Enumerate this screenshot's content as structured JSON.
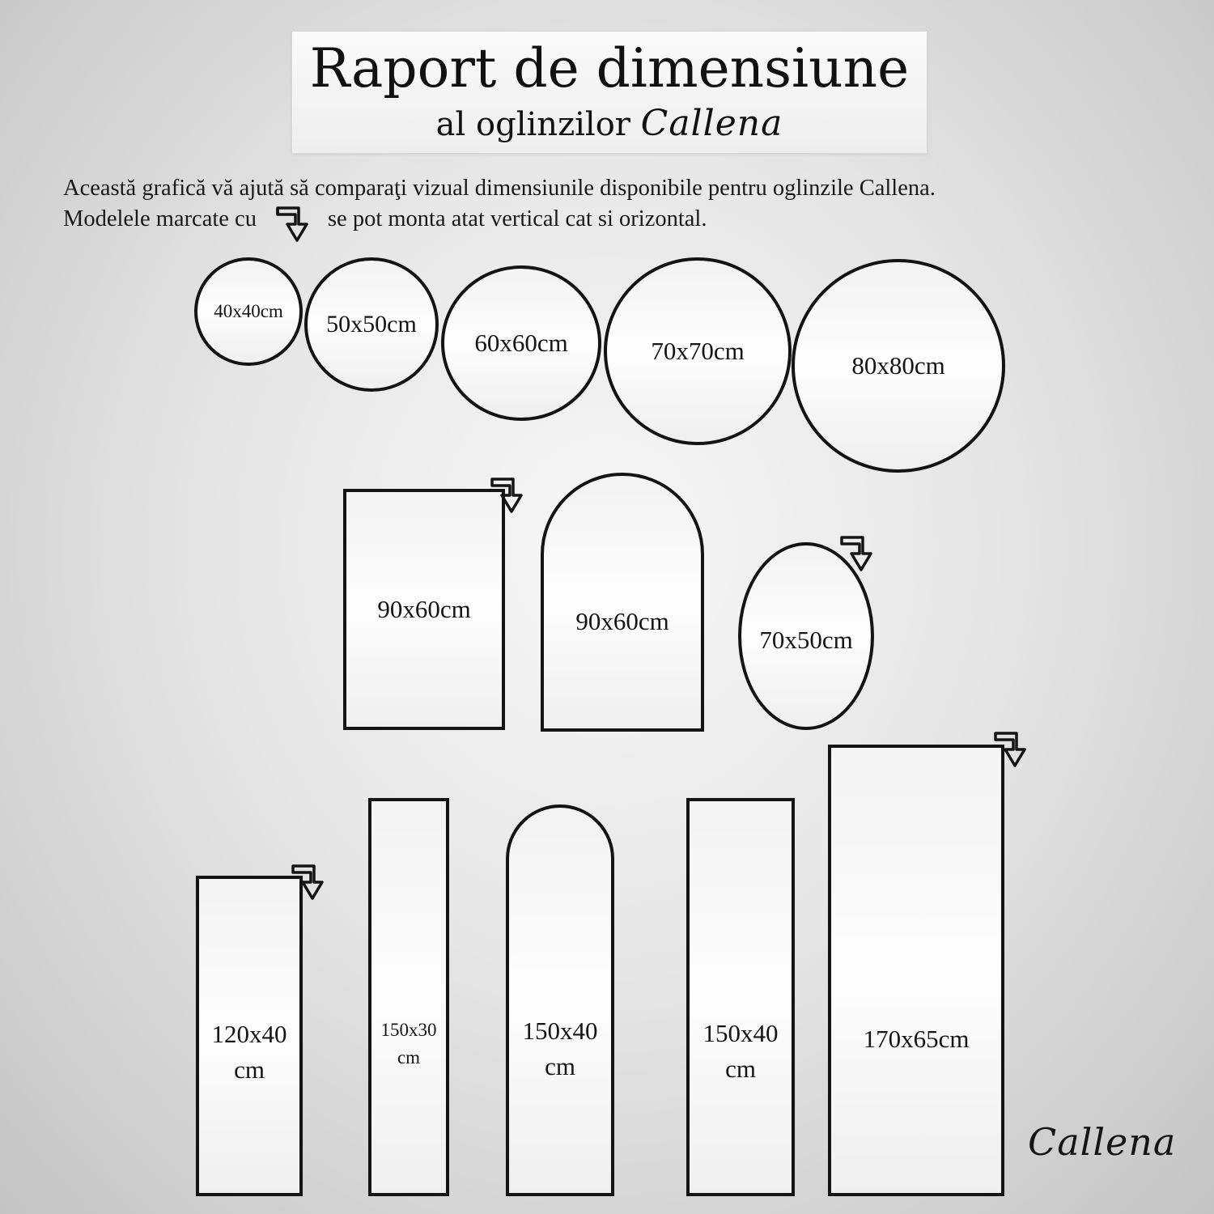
{
  "header": {
    "title": "Raport de dimensiune",
    "subtitle_prefix": "al oglinzilor",
    "brand": "Callena"
  },
  "intro": {
    "line1": "Această grafică vă ajută să comparaţi vizual dimensiunile disponibile pentru oglinzile Callena.",
    "line2_before": "Modelele marcate cu",
    "line2_after": "se pot monta atat vertical cat si orizontal.",
    "marker_icon": "rotate-arrow-icon"
  },
  "mirrors": {
    "round": [
      {
        "label": "40x40cm"
      },
      {
        "label": "50x50cm"
      },
      {
        "label": "60x60cm"
      },
      {
        "label": "70x70cm"
      },
      {
        "label": "80x80cm"
      }
    ],
    "middle": [
      {
        "label": "90x60cm",
        "shape": "rectangle",
        "rotatable": true
      },
      {
        "label": "90x60cm",
        "shape": "arch",
        "rotatable": false
      },
      {
        "label": "70x50cm",
        "shape": "oval",
        "rotatable": true
      }
    ],
    "tall": [
      {
        "line1": "120x40",
        "line2": "cm",
        "shape": "rectangle",
        "rotatable": true
      },
      {
        "line1": "150x30",
        "line2": "cm",
        "shape": "rectangle",
        "rotatable": false
      },
      {
        "line1": "150x40",
        "line2": "cm",
        "shape": "arch",
        "rotatable": false
      },
      {
        "line1": "150x40",
        "line2": "cm",
        "shape": "rectangle",
        "rotatable": false
      },
      {
        "line1": "170x65cm",
        "line2": "",
        "shape": "rectangle",
        "rotatable": true
      }
    ]
  },
  "footer": {
    "brand": "Callena"
  },
  "colors": {
    "outline": "#141414",
    "mirror_fill": "#fafafa",
    "background": "#dcdcdc"
  }
}
